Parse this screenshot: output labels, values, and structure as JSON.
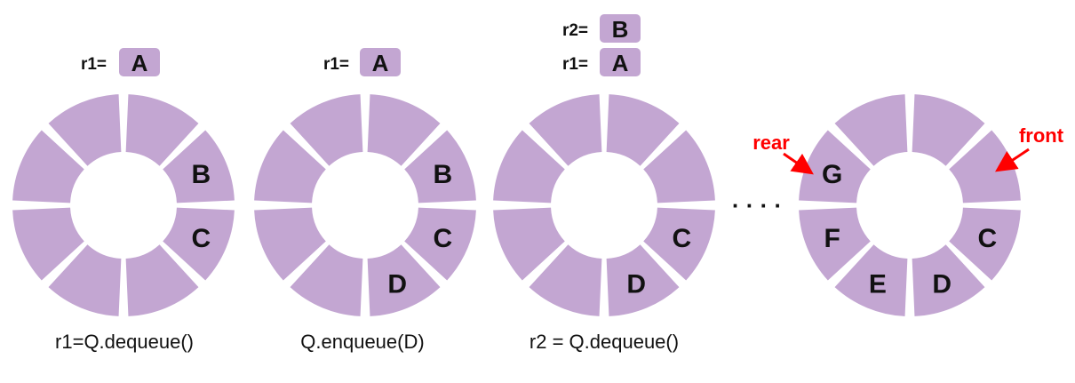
{
  "colors": {
    "segment": "#c3a6d2",
    "text": "#111111",
    "pointer": "#ff0000",
    "background": "#ffffff"
  },
  "register_labels": [
    "r1=",
    "r2="
  ],
  "queues": [
    {
      "caption": "r1=Q.dequeue()",
      "slots": [
        "",
        "",
        "B",
        "C",
        "",
        "",
        "",
        ""
      ],
      "registers": [
        {
          "label": "r1=",
          "value": "A"
        }
      ]
    },
    {
      "caption": "Q.enqueue(D)",
      "slots": [
        "",
        "",
        "B",
        "C",
        "D",
        "",
        "",
        ""
      ],
      "registers": [
        {
          "label": "r1=",
          "value": "A"
        }
      ]
    },
    {
      "caption": "r2 = Q.dequeue()",
      "slots": [
        "",
        "",
        "",
        "C",
        "D",
        "",
        "",
        ""
      ],
      "registers": [
        {
          "label": "r1=",
          "value": "A"
        },
        {
          "label": "r2=",
          "value": "B"
        }
      ]
    },
    {
      "caption": "",
      "slots": [
        "",
        "",
        "",
        "C",
        "D",
        "E",
        "F",
        "G"
      ],
      "registers": []
    }
  ],
  "ellipsis": "· · · ·",
  "pointers": {
    "rear": "rear",
    "front": "front"
  }
}
